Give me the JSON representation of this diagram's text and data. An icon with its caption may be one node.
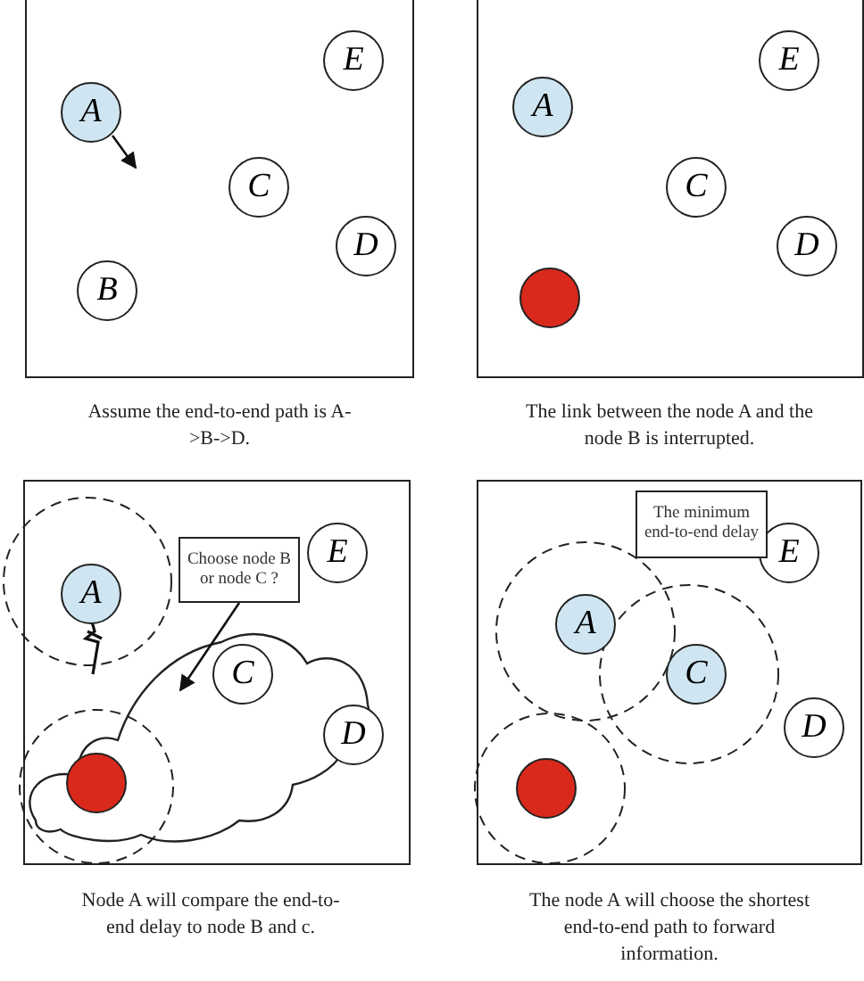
{
  "diagram": {
    "nodes": [
      {
        "text": [],
        "shape": "box",
        "beside": [
          "Assume the end-to-end path is A->B->D."
        ]
      },
      {
        "text": [
          "E"
        ],
        "in": 0
      },
      {
        "text": [
          "A"
        ],
        "in": 0
      },
      {
        "text": [
          "C"
        ],
        "in": 0
      },
      {
        "text": [
          "D"
        ],
        "in": 0
      },
      {
        "text": [
          "B"
        ],
        "in": 0
      },
      {
        "text": [],
        "shape": "box",
        "beside": [
          "The link between the node A and the node B is interrupted."
        ]
      },
      {
        "text": [
          "E"
        ],
        "in": 6
      },
      {
        "text": [
          "A"
        ],
        "in": 6
      },
      {
        "text": [
          "C"
        ],
        "in": 6
      },
      {
        "text": [
          "D"
        ],
        "in": 6
      },
      {
        "text": [],
        "shape": "circle",
        "in": 6
      },
      {
        "text": [],
        "shape": "box",
        "beside": [
          "Node A will compare the end-to-end delay to node B and c."
        ]
      },
      {
        "text": [
          "Choose node B or node C ?"
        ],
        "in": 12
      },
      {
        "text": [
          "E"
        ],
        "in": 12
      },
      {
        "text": [
          "A"
        ],
        "in": 12
      },
      {
        "text": [
          "C"
        ],
        "in": 12
      },
      {
        "text": [
          "D"
        ],
        "in": 12
      },
      {
        "text": [],
        "shape": "circle",
        "in": 12
      },
      {
        "text": [],
        "shape": "box",
        "beside": [
          "The node A will choose the shortest end-to-end path to forward information."
        ]
      },
      {
        "text": [
          "The minimum end-to-end delay"
        ],
        "in": 19
      },
      {
        "text": [
          "E"
        ],
        "in": 19
      },
      {
        "text": [
          "A"
        ],
        "in": 19
      },
      {
        "text": [
          "C"
        ],
        "in": 19
      },
      {
        "text": [
          "D"
        ],
        "in": 19
      },
      {
        "text": [],
        "shape": "circle",
        "in": 19
      }
    ],
    "edges": [
      {
        "from": 2,
        "to": null,
        "arrow": "to"
      },
      {
        "from": 13,
        "to": null,
        "arrow": "to"
      }
    ]
  }
}
